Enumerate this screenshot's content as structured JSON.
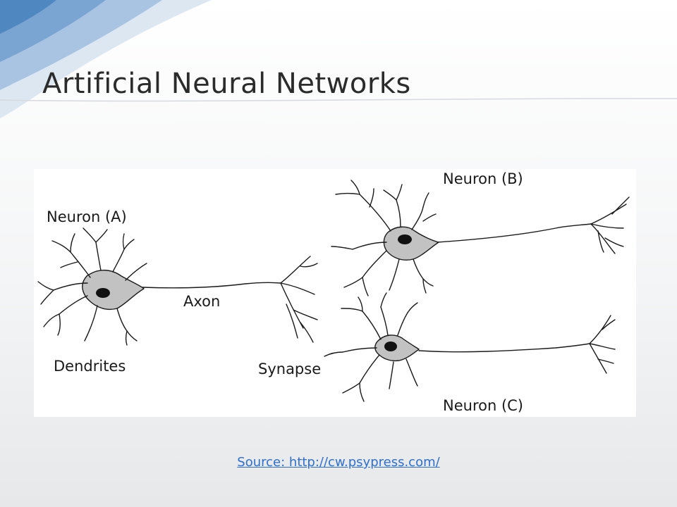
{
  "slide": {
    "title": "Artificial Neural Networks",
    "source_link": "Source: http://cw.psypress.com/"
  },
  "figure": {
    "labels": {
      "neuron_a": "Neuron (A)",
      "neuron_b": "Neuron (B)",
      "neuron_c": "Neuron (C)",
      "axon": "Axon",
      "dendrites": "Dendrites",
      "synapse": "Synapse"
    }
  },
  "colors": {
    "title_text": "#2b2b2b",
    "link": "#2f6fd0",
    "cell_body": "#c2c2c2",
    "nucleus": "#111111",
    "swoosh_blue": "#4f87c0"
  }
}
